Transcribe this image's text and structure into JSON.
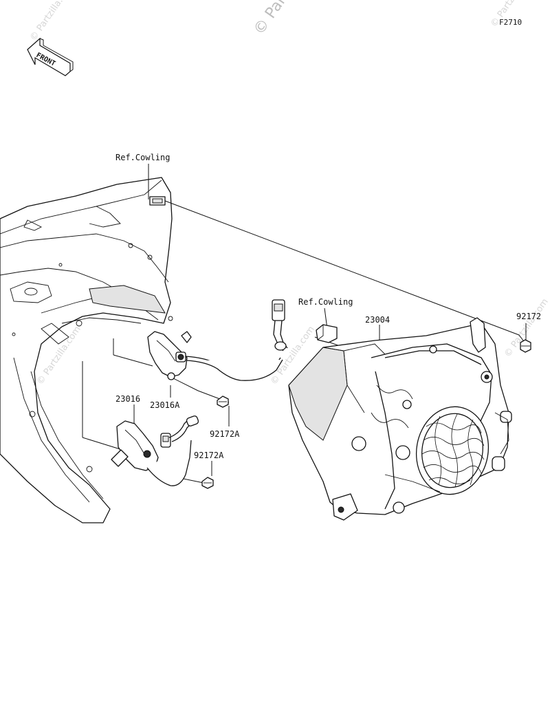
{
  "figure_code": "F2710",
  "watermark": "© Partzilla.com",
  "front_label": "FRONT",
  "callouts": {
    "ref_cowling_top": "Ref.Cowling",
    "ref_cowling_mid": "Ref.Cowling",
    "headlamp": "23004",
    "screw_right": "92172",
    "socket_upper": "23016A",
    "socket_lower": "23016",
    "screw_upper": "92172A",
    "screw_lower": "92172A"
  }
}
